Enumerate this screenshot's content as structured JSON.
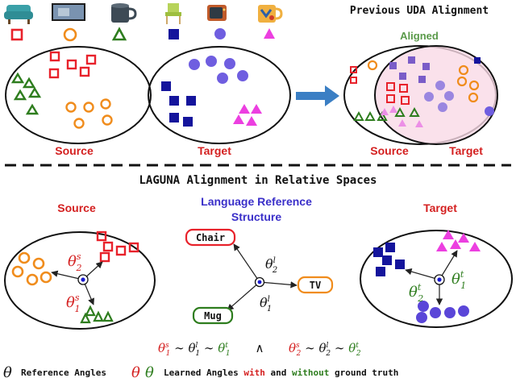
{
  "top": {
    "previous_title": "Previous UDA Alignment",
    "aligned_label": "Aligned",
    "left_source_label": "Source",
    "left_target_label": "Target",
    "right_source_label": "Source",
    "right_target_label": "Target"
  },
  "objects": [
    {
      "name": "chair-photo",
      "shape": "square",
      "color": "#e8222b",
      "filled": false
    },
    {
      "name": "tv-photo",
      "shape": "circle",
      "color": "#f08c1c",
      "filled": false
    },
    {
      "name": "mug-photo",
      "shape": "triangle",
      "color": "#2e7d1e",
      "filled": false
    },
    {
      "name": "chair-photo-target",
      "shape": "square",
      "color": "#14149c",
      "filled": true
    },
    {
      "name": "tv-photo-target",
      "shape": "circle",
      "color": "#6f5ee0",
      "filled": true
    },
    {
      "name": "mug-photo-target",
      "shape": "triangle",
      "color": "#ec3fe0",
      "filled": true
    }
  ],
  "bottom": {
    "title": "LAGUNA Alignment in Relative Spaces",
    "source_label": "Source",
    "target_label": "Target",
    "language_label_line1": "Language Reference",
    "language_label_line2": "Structure",
    "chair_label": "Chair",
    "tv_label": "TV",
    "mug_label": "Mug",
    "equation_left": "θ₁ˢ ∼ θ₁ˡ ∼ θ₁ᵗ",
    "wedge": "∧",
    "equation_right": "θ₂ˢ ∼ θ₂ˡ ∼ θ₂ᵗ"
  },
  "legend": {
    "theta_symbol": "θ",
    "reference_text": "Reference Angles",
    "learned_prefix": "Learned Angles ",
    "with_word": "with",
    "and_word": " and ",
    "without_word": "without",
    "ground_truth_text": " ground truth"
  },
  "colors": {
    "source_red": "#e8222b",
    "source_orange": "#f08c1c",
    "source_green": "#2e7d1e",
    "target_navy": "#14149c",
    "target_purple": "#6f5ee0",
    "target_magenta": "#ec3fe0",
    "title_red": "#d42020",
    "aligned_green": "#5a9a4a",
    "language_blue": "#3a2fc9",
    "arrow_blue": "#3b7fc4"
  }
}
